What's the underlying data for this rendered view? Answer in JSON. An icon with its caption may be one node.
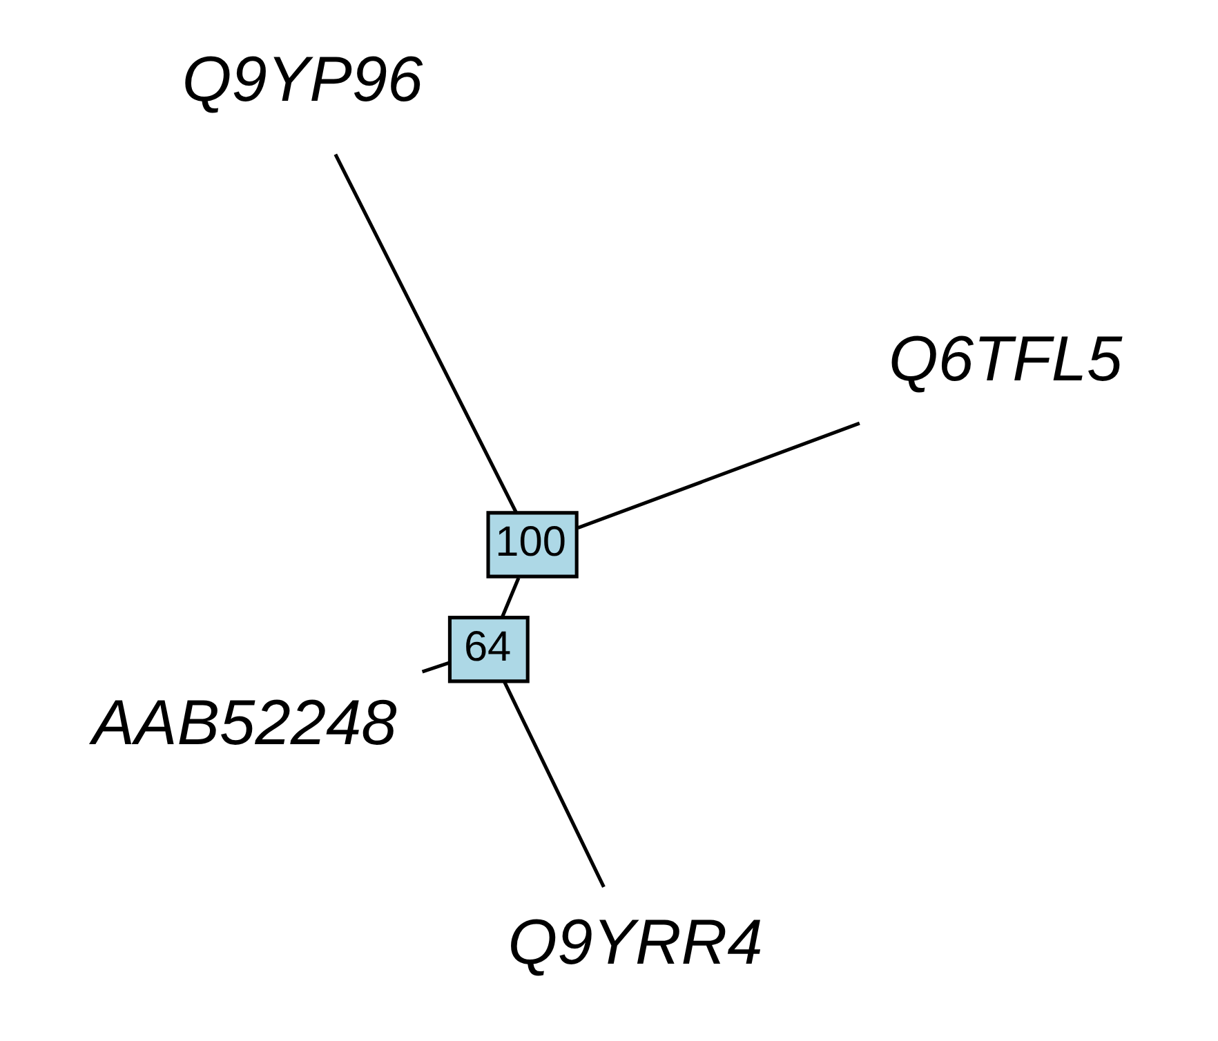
{
  "diagram": {
    "nodes": [
      {
        "text": [
          "AAB52248"
        ]
      },
      {
        "text": [
          "Q9YRR4"
        ]
      },
      {
        "text": [
          "64"
        ]
      },
      {
        "text": [
          "100"
        ]
      },
      {
        "text": [
          "Q6TFL5"
        ]
      },
      {
        "text": [
          "Q9YP96"
        ]
      }
    ],
    "edges": [
      {
        "from": 2,
        "to": 0,
        "arrow": "none"
      },
      {
        "from": 2,
        "to": 1,
        "arrow": "none"
      },
      {
        "from": 2,
        "to": 3,
        "arrow": "none"
      },
      {
        "from": 3,
        "to": 4,
        "arrow": "none"
      },
      {
        "from": 3,
        "to": 5,
        "arrow": "none"
      }
    ]
  }
}
